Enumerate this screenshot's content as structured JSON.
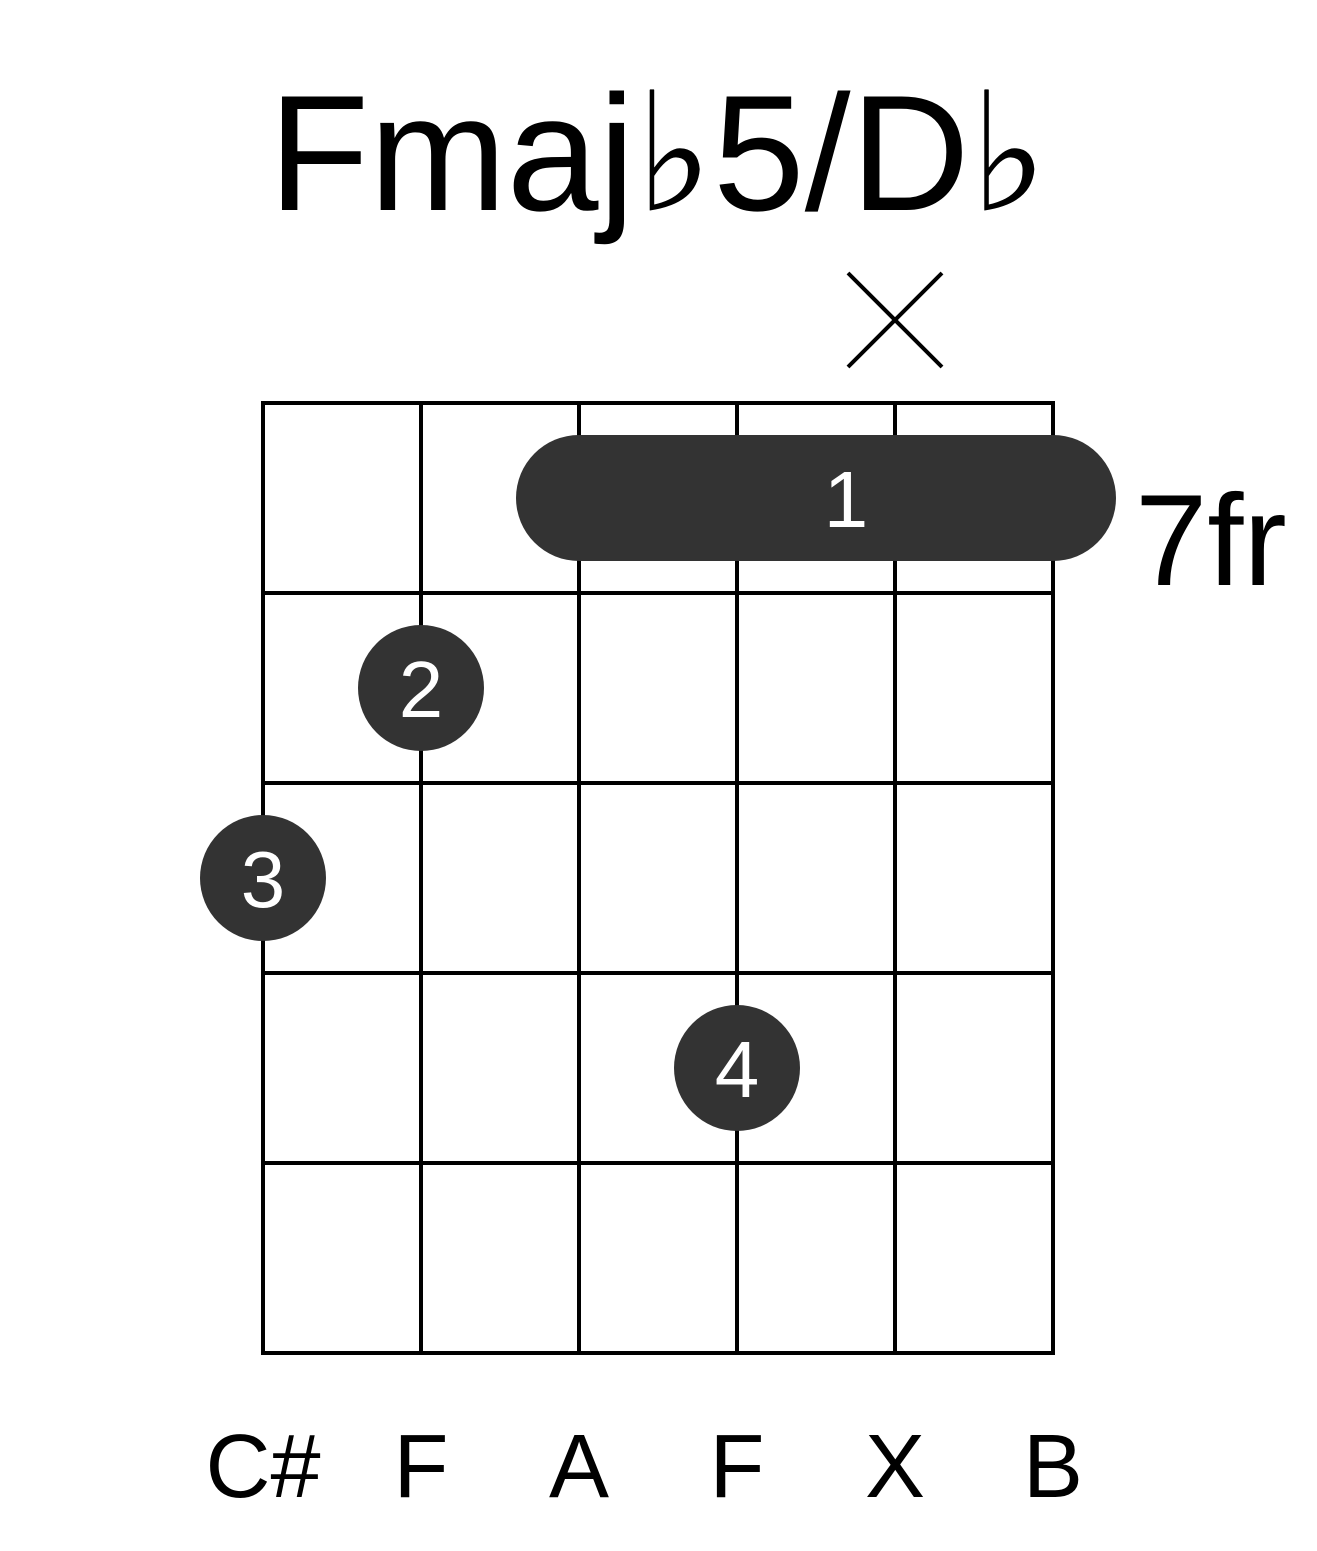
{
  "chord": {
    "name": "Fmaj♭5/D♭",
    "fret_label": "7fr",
    "strings": 6,
    "frets_shown": 5,
    "muted_strings": [
      5
    ],
    "barre": {
      "fret": 1,
      "from_string": 3,
      "to_string": 6,
      "finger": "1"
    },
    "dots": [
      {
        "string": 2,
        "fret": 2,
        "finger": "2"
      },
      {
        "string": 1,
        "fret": 3,
        "finger": "3"
      },
      {
        "string": 4,
        "fret": 4,
        "finger": "4"
      }
    ],
    "notes": [
      "C#",
      "F",
      "A",
      "F",
      "X",
      "B"
    ]
  },
  "colors": {
    "marker": "#333333",
    "grid": "#000000",
    "finger_text": "#ffffff"
  },
  "icons": {
    "muted": "x-mark-icon"
  }
}
